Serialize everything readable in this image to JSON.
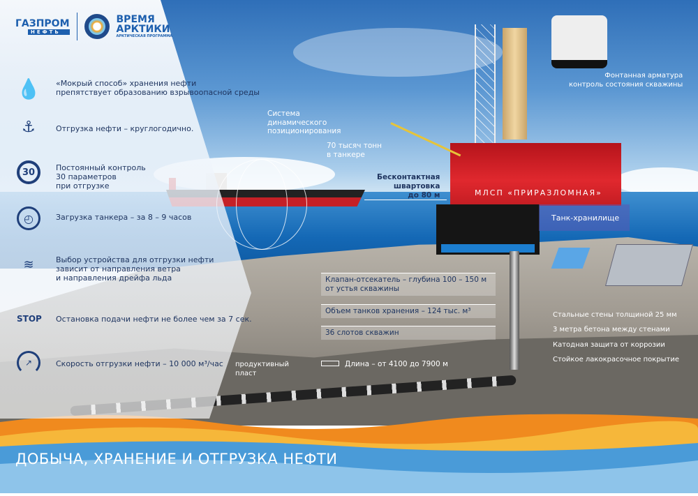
{
  "logos": {
    "gazprom": "ГАЗПРОМ",
    "gazprom_sub": "НЕФТЬ",
    "program": "ВРЕМЯ АРКТИКИ",
    "program_line1": "ВРЕМЯ",
    "program_line2": "АРКТИКИ",
    "program_sub": "АРКТИЧЕСКАЯ ПРОГРАММА"
  },
  "features": [
    {
      "icon": "drop-icon",
      "text1": "«Мокрый способ» хранения нефти",
      "text2": "препятствует образованию взрывоопасной среды"
    },
    {
      "icon": "crane-hook-icon",
      "text1": "Отгрузка нефти – круглогодично."
    },
    {
      "icon": "magnifier-30-icon",
      "badge": "30",
      "text1": "Постоянный контроль",
      "text2": "30 параметров",
      "text3": "при отгрузке"
    },
    {
      "icon": "clock-icon",
      "text1": "Загрузка танкера – за 8 – 9 часов"
    },
    {
      "icon": "wind-ice-icon",
      "text1": "Выбор устройства для отгрузки нефти",
      "text2": "зависит от направления ветра",
      "text3": "и направления дрейфа льда"
    },
    {
      "icon": "stop-icon",
      "badge": "STOP",
      "text1": "Остановка подачи нефти не более чем за 7 сек."
    },
    {
      "icon": "speedometer-icon",
      "text1": "Скорость отгрузки  нефти  – 10 000 м³/час"
    }
  ],
  "scene": {
    "dp_system": [
      "Система",
      "динамического",
      "позиционирования"
    ],
    "tanker_capacity": [
      "70 тысяч тонн",
      "в танкере"
    ],
    "mooring": [
      "Бесконтактная",
      "швартовка",
      "до 80 м"
    ],
    "platform_name": "МЛСП «ПРИРАЗЛОМНАЯ»",
    "wellhead": [
      "Фонтанная арматура",
      "контроль состояния скважины"
    ],
    "tank": "Танк-хранилище",
    "reservoir": [
      "продуктивный",
      "пласт"
    ],
    "length": "Длина – от 4100 до 7900 м"
  },
  "boxes": [
    {
      "line1": "Клапан-отсекатель – глубина 100 – 150 м",
      "line2": "от устья скважины"
    },
    {
      "line1": "Объем танков хранения – 124 тыс. м³"
    },
    {
      "line1": "36 слотов скважин"
    }
  ],
  "tank_specs": [
    "Стальные стены толщиной 25 мм",
    "3 метра бетона между стенами",
    "Катодная защита от коррозии",
    "Стойкое лакокрасочное покрытие"
  ],
  "title": "ДОБЫЧА, ХРАНЕНИЕ И ОТГРУЗКА НЕФТИ",
  "colors": {
    "brand": "#1d5fae",
    "platform": "#d8232a",
    "sea": "#1468b5"
  }
}
